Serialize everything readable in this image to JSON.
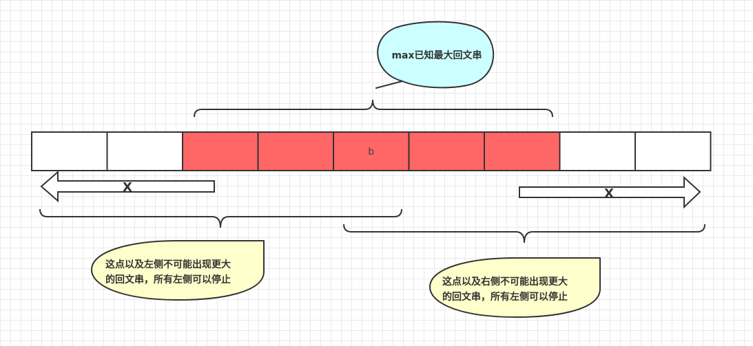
{
  "colors": {
    "highlight": "#ff6666",
    "plain": "#ffffff",
    "stroke": "#333333",
    "bubble_top": "#ccffff",
    "bubble_note": "#ffffcc"
  },
  "cells": [
    {
      "label": "",
      "highlighted": false
    },
    {
      "label": "",
      "highlighted": false
    },
    {
      "label": "",
      "highlighted": true
    },
    {
      "label": "",
      "highlighted": true
    },
    {
      "label": "b",
      "highlighted": true
    },
    {
      "label": "",
      "highlighted": true
    },
    {
      "label": "",
      "highlighted": true
    },
    {
      "label": "",
      "highlighted": false
    },
    {
      "label": "",
      "highlighted": false
    }
  ],
  "arrows": {
    "left_label": "X",
    "right_label": "X"
  },
  "callouts": {
    "max": "max已知最大回文串",
    "left_note": [
      "这点以及左侧不可能出现更大",
      "的回文串，所有左侧可以停止"
    ],
    "right_note": [
      "这点以及右侧不可能出现更大",
      "的回文串，所有左侧可以停止"
    ]
  }
}
